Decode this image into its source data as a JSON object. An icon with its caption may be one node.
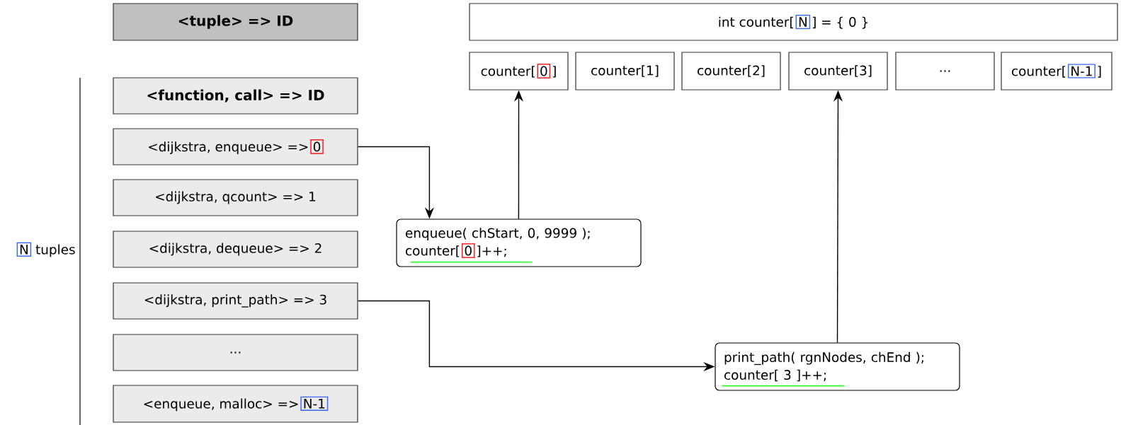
{
  "diagram": {
    "nodes": [
      {
        "text": [
          "<tuple> => ID"
        ]
      },
      {
        "text": [
          "<function, call> => ID"
        ]
      },
      {
        "text": [
          "<dijkstra, enqueue> =>",
          "0"
        ]
      },
      {
        "text": [
          "<dijkstra, qcount> => 1"
        ]
      },
      {
        "text": [
          "<dijkstra, dequeue> => 2"
        ]
      },
      {
        "text": [
          "<dijkstra, print_path> => 3"
        ]
      },
      {
        "text": [
          "..."
        ]
      },
      {
        "text": [
          "<enqueue, malloc> =>",
          "N-1"
        ]
      },
      {
        "text": [
          "int counter[",
          "N",
          "] = { 0 }"
        ]
      },
      {
        "text": [
          "counter[",
          "0",
          "]"
        ]
      },
      {
        "text": [
          "counter[1]"
        ]
      },
      {
        "text": [
          "counter[2]"
        ]
      },
      {
        "text": [
          "counter[3]"
        ]
      },
      {
        "text": [
          "..."
        ]
      },
      {
        "text": [
          "counter[",
          "N-1",
          "]"
        ]
      },
      {
        "text": [
          "enqueue( chStart, 0, 9999 );",
          "counter[",
          "0",
          "]++;"
        ]
      },
      {
        "text": [
          "print_path( rgnNodes, chEnd );",
          "counter[ 3 ]++;"
        ]
      }
    ],
    "edges": [
      {
        "from": 2,
        "to": 15,
        "arrow": "to"
      },
      {
        "from": 15,
        "to": 9,
        "arrow": "to"
      },
      {
        "from": 5,
        "to": 16,
        "arrow": "to"
      },
      {
        "from": 16,
        "to": 12,
        "arrow": "to"
      }
    ],
    "labels": [
      "N",
      "tuples"
    ]
  }
}
